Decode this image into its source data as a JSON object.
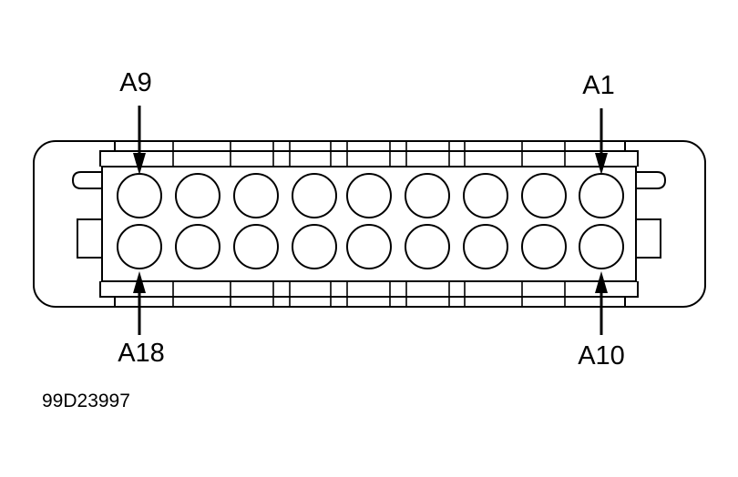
{
  "diagram": {
    "title": "",
    "figure_id": "99D23997",
    "connector": {
      "rows": 2,
      "pins_per_row": 9,
      "top_row_left_label": "A9",
      "top_row_right_label": "A1",
      "bottom_row_left_label": "A18",
      "bottom_row_right_label": "A10"
    }
  }
}
